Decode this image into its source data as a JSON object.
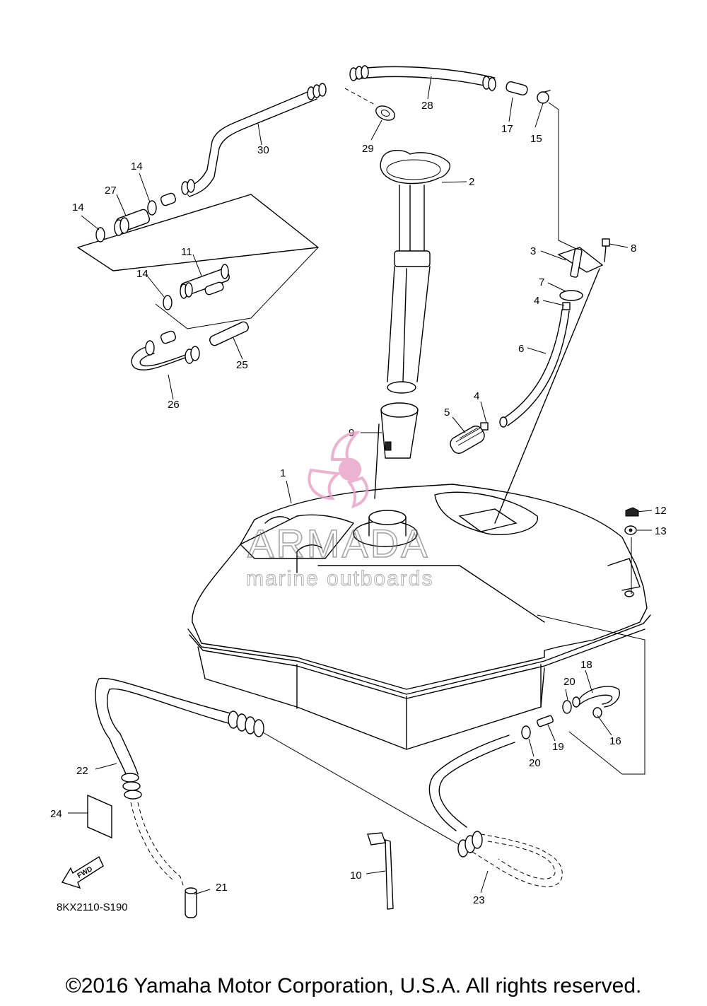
{
  "diagram": {
    "part_code": "8KX2110-S190",
    "fwd_label": "FWD",
    "watermark": {
      "brand": "ARMADA",
      "tagline": "marine outboards",
      "logo_color": "#e8a0c8"
    },
    "callouts": [
      "1",
      "2",
      "3",
      "4",
      "4",
      "5",
      "6",
      "7",
      "8",
      "9",
      "10",
      "11",
      "12",
      "13",
      "14",
      "14",
      "14",
      "15",
      "16",
      "17",
      "18",
      "19",
      "20",
      "20",
      "21",
      "22",
      "23",
      "24",
      "25",
      "26",
      "27",
      "28",
      "29",
      "30"
    ]
  },
  "footer": {
    "copyright": "©2016 Yamaha Motor Corporation, U.S.A. All rights reserved."
  }
}
